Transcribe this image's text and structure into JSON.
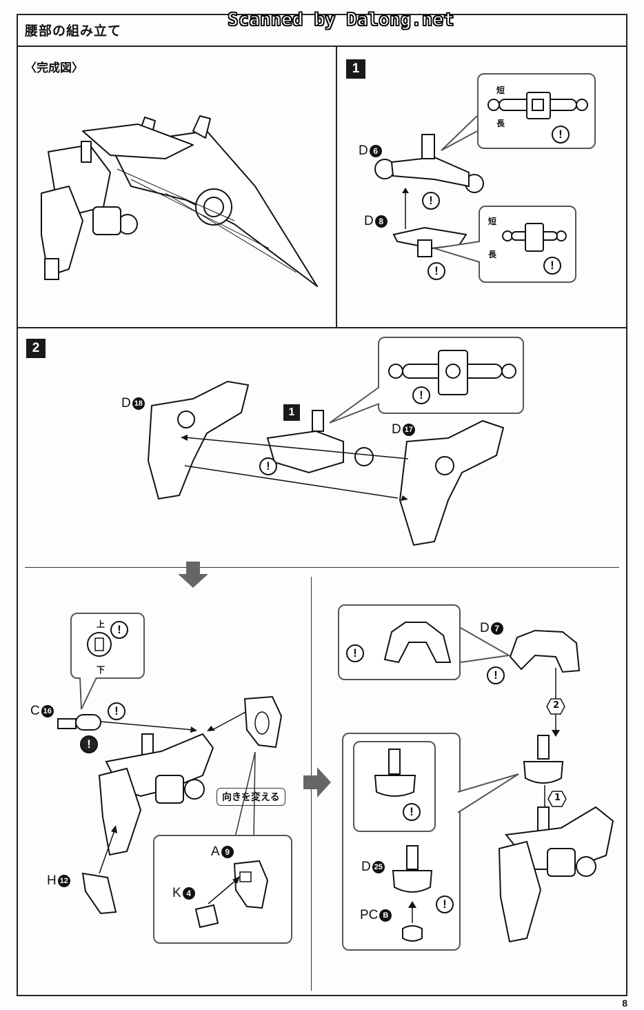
{
  "header": {
    "title": "腰部の組み立て",
    "watermark": "Scanned by Dalong.net"
  },
  "completed": {
    "label": "〈完成図〉"
  },
  "step1": {
    "number": "1",
    "parts": [
      {
        "letter": "D",
        "num": "6"
      },
      {
        "letter": "D",
        "num": "8"
      }
    ],
    "callout_top": {
      "short": "短",
      "long": "長"
    },
    "callout_bottom": {
      "short": "短",
      "long": "長"
    }
  },
  "step2": {
    "number": "2",
    "sub_ref": "1",
    "parts": [
      {
        "letter": "D",
        "num": "18"
      },
      {
        "letter": "D",
        "num": "17"
      }
    ]
  },
  "step2b": {
    "up": "上",
    "down": "下",
    "parts": {
      "c16": {
        "letter": "C",
        "num": "16"
      },
      "h12": {
        "letter": "H",
        "num": "12"
      },
      "a9": {
        "letter": "A",
        "num": "9"
      },
      "k4": {
        "letter": "K",
        "num": "4"
      }
    },
    "turn_label": "向きを変える"
  },
  "step2c": {
    "parts": {
      "d7": {
        "letter": "D",
        "num": "7"
      },
      "d25": {
        "letter": "D",
        "num": "25"
      },
      "pcb": {
        "letter": "PC",
        "num": "B"
      }
    },
    "order": [
      "2",
      "1"
    ]
  },
  "warning_symbol": "!",
  "page_number": "8"
}
